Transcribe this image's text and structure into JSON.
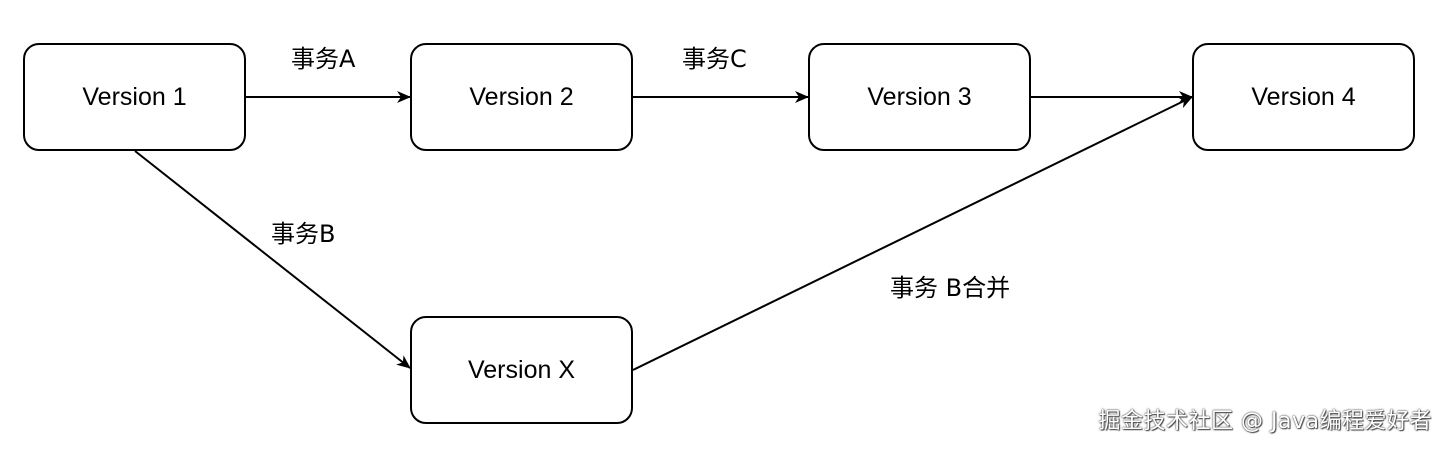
{
  "nodes": {
    "v1": "Version 1",
    "v2": "Version 2",
    "v3": "Version 3",
    "v4": "Version 4",
    "vx": "Version X"
  },
  "edges": {
    "v1_v2": "事务A",
    "v2_v3": "事务C",
    "v3_v4": "",
    "v1_vx": "事务B",
    "vx_v4": "事务 B合并"
  },
  "watermark": "掘金技术社区 @ Java编程爱好者"
}
